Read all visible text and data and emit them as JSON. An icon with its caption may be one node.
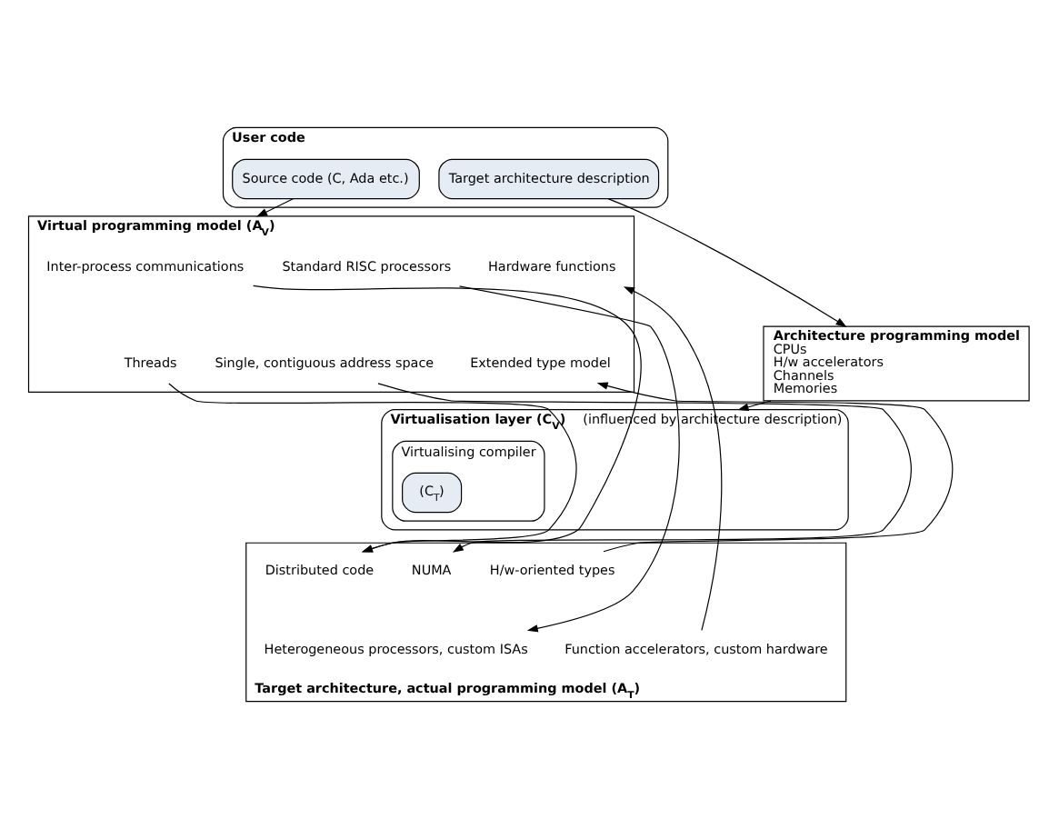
{
  "diagram": {
    "nodes": [
      {
        "text": [
          "User code"
        ]
      },
      {
        "text": [
          "Source code (C, Ada etc.)"
        ],
        "in": 0
      },
      {
        "text": [
          "Target architecture description"
        ],
        "in": 0
      },
      {
        "text": [
          "Virtual programming model (A$_{V}$)"
        ]
      },
      {
        "text": [
          "Inter-process communications"
        ],
        "in": 3
      },
      {
        "text": [
          "Standard RISC processors"
        ],
        "in": 3
      },
      {
        "text": [
          "Hardware functions"
        ],
        "in": 3
      },
      {
        "text": [
          "Threads"
        ],
        "in": 3
      },
      {
        "text": [
          "Single, contiguous address space"
        ],
        "in": 3
      },
      {
        "text": [
          "Extended type model"
        ],
        "in": 3
      },
      {
        "text": [
          "Architecture programming model",
          "CPUs",
          "H/w accelerators",
          "Channels",
          "Memories"
        ]
      },
      {
        "text": [
          "Virtualisation layer (C$_{V}$)",
          "(influenced by architecture description)"
        ]
      },
      {
        "text": [
          "Virtualising compiler"
        ],
        "in": 11
      },
      {
        "text": [
          "(C$_{T}$)"
        ],
        "in": 12
      },
      {
        "text": [
          "Target architecture, actual programming model (A$_{T}$)"
        ]
      },
      {
        "text": [
          "Distributed code"
        ],
        "in": 14
      },
      {
        "text": [
          "NUMA"
        ],
        "in": 14
      },
      {
        "text": [
          "Heterogeneous processors, custom ISAs"
        ],
        "in": 14
      },
      {
        "text": [
          "H/w-oriented types"
        ],
        "in": 14
      },
      {
        "text": [
          "Function accelerators, custom hardware"
        ],
        "in": 14
      }
    ],
    "edges": [
      {
        "from": 1,
        "to": 3,
        "arrow": "to"
      },
      {
        "from": 2,
        "to": 10,
        "arrow": "to"
      },
      {
        "from": 10,
        "to": 11,
        "arrow": "to"
      },
      {
        "from": 7,
        "to": 15,
        "arrow": "to"
      },
      {
        "from": 4,
        "to": 15,
        "arrow": "to"
      },
      {
        "from": 8,
        "to": 16,
        "arrow": "to"
      },
      {
        "from": 5,
        "to": 17,
        "arrow": "to"
      },
      {
        "from": 18,
        "to": 9,
        "arrow": "to"
      },
      {
        "from": 19,
        "to": 6,
        "arrow": "to"
      }
    ]
  }
}
